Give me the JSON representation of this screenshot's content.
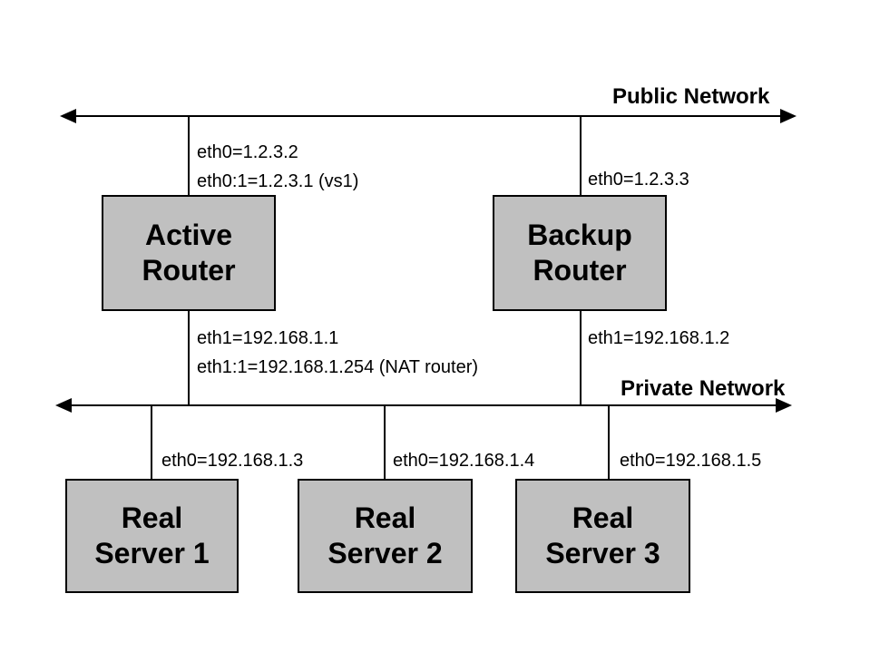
{
  "colors": {
    "background": "#ffffff",
    "box_fill": "#c0c0c0",
    "box_border": "#000000",
    "line": "#000000",
    "text": "#000000"
  },
  "public_network": {
    "label": "Public Network"
  },
  "private_network": {
    "label": "Private Network"
  },
  "routers": [
    {
      "label": "Active\nRouter",
      "public_ifaces": [
        "eth0=1.2.3.2",
        "eth0:1=1.2.3.1 (vs1)"
      ],
      "private_ifaces": [
        "eth1=192.168.1.1",
        "eth1:1=192.168.1.254 (NAT router)"
      ]
    },
    {
      "label": "Backup\nRouter",
      "public_ifaces": [
        "eth0=1.2.3.3"
      ],
      "private_ifaces": [
        "eth1=192.168.1.2"
      ]
    }
  ],
  "servers": [
    {
      "label": "Real\nServer 1",
      "iface": "eth0=192.168.1.3"
    },
    {
      "label": "Real\nServer 2",
      "iface": "eth0=192.168.1.4"
    },
    {
      "label": "Real\nServer 3",
      "iface": "eth0=192.168.1.5"
    }
  ]
}
